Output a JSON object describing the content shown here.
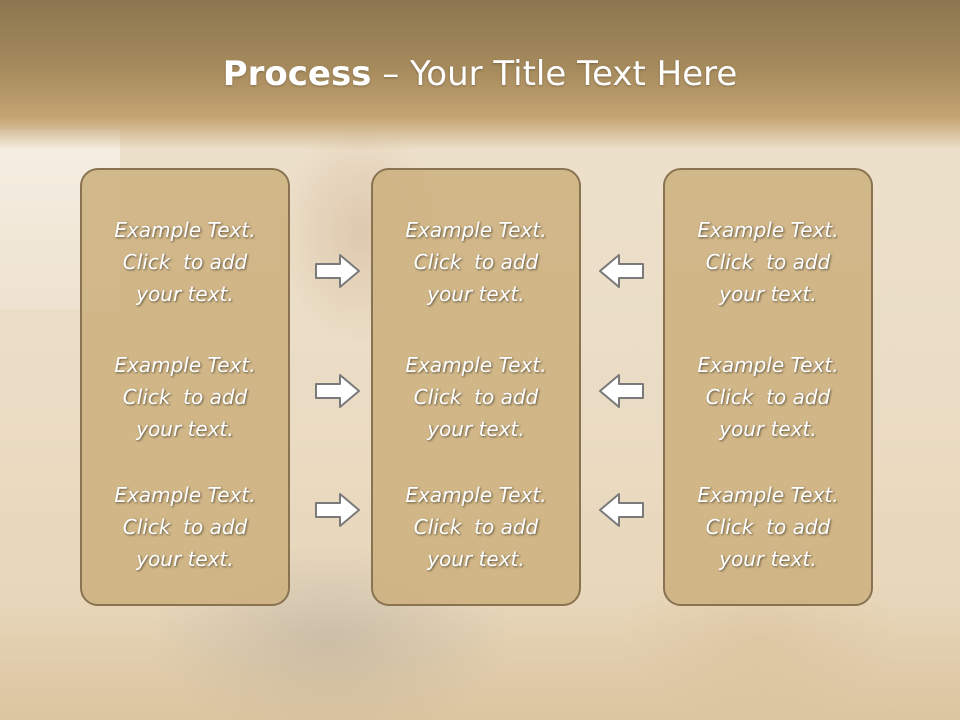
{
  "title": {
    "bold": "Process",
    "rest": " – Your Title Text Here"
  },
  "panels": [
    {
      "items": [
        [
          "Example Text.",
          "Click  to add",
          "your text."
        ],
        [
          "Example Text.",
          "Click  to add",
          "your text."
        ],
        [
          "Example Text.",
          "Click  to add",
          "your text."
        ]
      ]
    },
    {
      "items": [
        [
          "Example Text.",
          "Click  to add",
          "your text."
        ],
        [
          "Example Text.",
          "Click  to add",
          "your text."
        ],
        [
          "Example Text.",
          "Click  to add",
          "your text."
        ]
      ]
    },
    {
      "items": [
        [
          "Example Text.",
          "Click  to add",
          "your text."
        ],
        [
          "Example Text.",
          "Click  to add",
          "your text."
        ],
        [
          "Example Text.",
          "Click  to add",
          "your text."
        ]
      ]
    }
  ],
  "arrows": {
    "left_column": "right-arrow-icon",
    "right_column": "left-arrow-icon"
  },
  "colors": {
    "title_band": "#a58a5c",
    "panel_fill": "#cdb280",
    "panel_border": "#8a7350",
    "text": "#ffffff"
  }
}
